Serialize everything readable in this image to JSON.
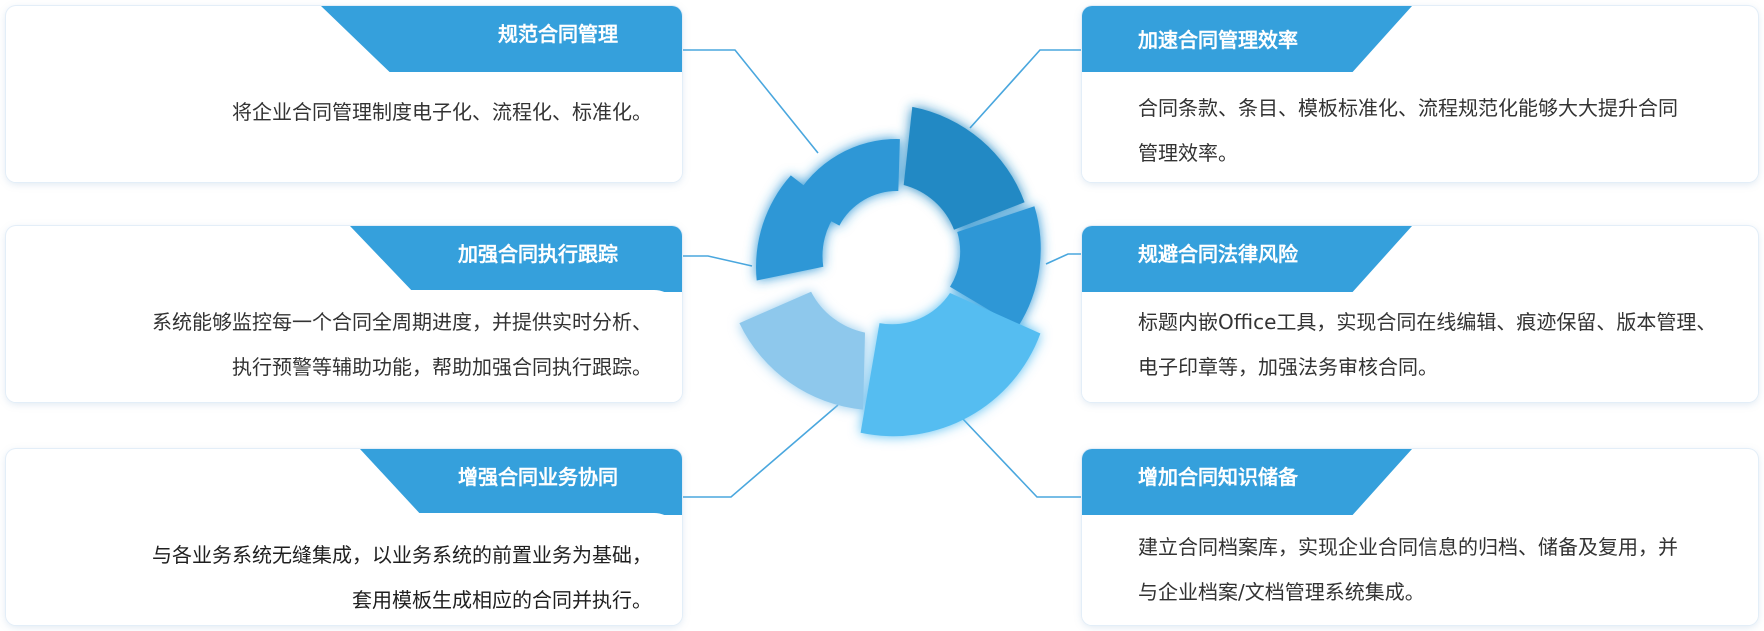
{
  "features": [
    {
      "title": "规范合同管理",
      "lines": [
        "将企业合同管理制度电子化、流程化、标准化。"
      ]
    },
    {
      "title": "加强合同执行跟踪",
      "lines": [
        "系统能够监控每一个合同全周期进度，并提供实时分析、",
        "执行预警等辅助功能，帮助加强合同执行跟踪。"
      ]
    },
    {
      "title": "增强合同业务协同",
      "lines": [
        "与各业务系统无缝集成，以业务系统的前置业务为基础，",
        "套用模板生成相应的合同并执行。"
      ]
    },
    {
      "title": "加速合同管理效率",
      "lines": [
        "合同条款、条目、模板标准化、流程规范化能够大大提升合同",
        "管理效率。"
      ]
    },
    {
      "title": "规避合同法律风险",
      "lines": [
        "标题内嵌Office工具，实现合同在线编辑、痕迹保留、版本管理、",
        "电子印章等，加强法务审核合同。"
      ]
    },
    {
      "title": "增加合同知识储备",
      "lines": [
        "建立合同档案库，实现企业合同信息的归档、储备及复用，并",
        "与企业档案/文档管理系统集成。"
      ]
    }
  ],
  "colors": {
    "header_blue": "#35a0dc",
    "segment_dark": "#2189c4",
    "segment_mid": "#2e97d6",
    "segment_light": "#55bdf1",
    "segment_pale": "#8ec8ec",
    "connector": "#4aa7de"
  }
}
